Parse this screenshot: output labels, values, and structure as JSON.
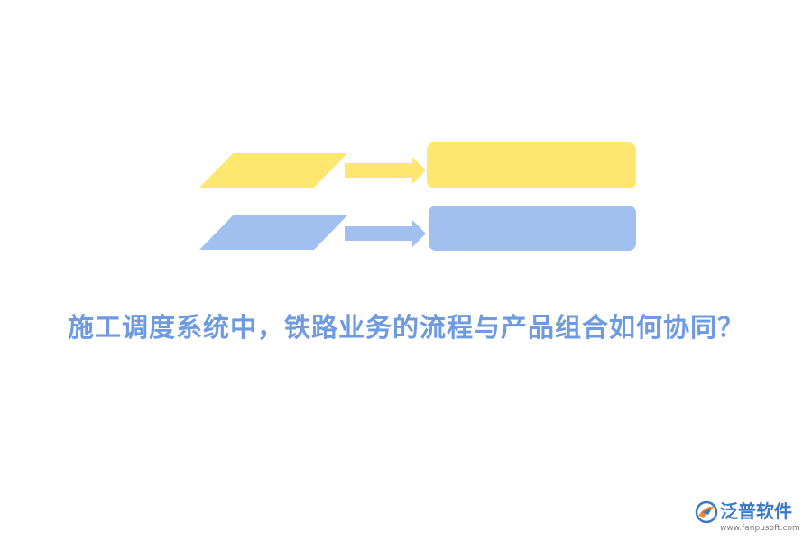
{
  "headline": {
    "text": "施工调度系统中，铁路业务的流程与产品组合如何协同？",
    "color": "#6e9be0"
  },
  "diagram": {
    "rows": [
      {
        "shape_color": "#fde771",
        "arrow_color": "#fde771",
        "box_color": "#fde771"
      },
      {
        "shape_color": "#a1c0f0",
        "arrow_color": "#a1c0f0",
        "box_color": "#a1c0f0"
      }
    ]
  },
  "brand": {
    "name": "泛普软件",
    "url": "www.fanpusoft.com",
    "name_color": "#3a79c8",
    "url_color": "#7a7a7a",
    "logo_primary": "#3a79c8",
    "logo_accent": "#f08a2c",
    "logo_icon": "fanpu-logo-icon"
  }
}
